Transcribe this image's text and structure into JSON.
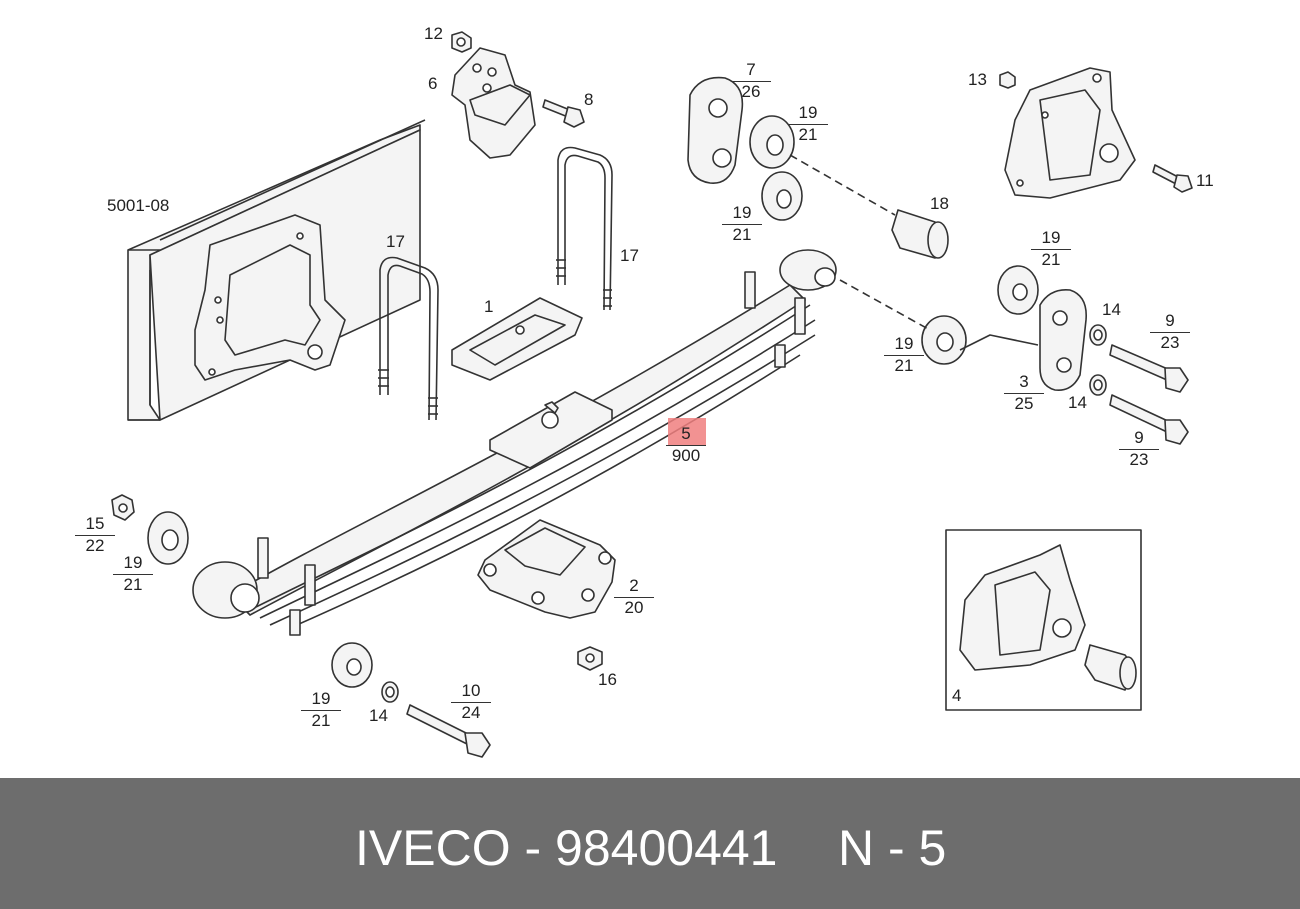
{
  "footer": {
    "brand_part": "IVECO - 98400441",
    "position": "N - 5"
  },
  "callouts": {
    "frame_ref": "5001-08",
    "c12": "12",
    "c6": "6",
    "c8": "8",
    "c7": {
      "num": "7",
      "den": "26"
    },
    "c19_a": {
      "num": "19",
      "den": "21"
    },
    "c19_b": {
      "num": "19",
      "den": "21"
    },
    "c13": "13",
    "c11": "11",
    "c18": "18",
    "c17_a": "17",
    "c17_b": "17",
    "c1": "1",
    "c19_c": {
      "num": "19",
      "den": "21"
    },
    "c19_d": {
      "num": "19",
      "den": "21"
    },
    "c14_a": "14",
    "c9_a": {
      "num": "9",
      "den": "23"
    },
    "c3": {
      "num": "3",
      "den": "25"
    },
    "c14_b": "14",
    "c9_b": {
      "num": "9",
      "den": "23"
    },
    "c5": {
      "num": "5",
      "den": "900"
    },
    "c15": {
      "num": "15",
      "den": "22"
    },
    "c19_e": {
      "num": "19",
      "den": "21"
    },
    "c2": {
      "num": "2",
      "den": "20"
    },
    "c19_f": {
      "num": "19",
      "den": "21"
    },
    "c14_c": "14",
    "c10": {
      "num": "10",
      "den": "24"
    },
    "c16": "16",
    "c4": "4"
  },
  "colors": {
    "highlight": "#f07f7f",
    "footer_bg": "#6d6d6d",
    "line": "#333333"
  }
}
